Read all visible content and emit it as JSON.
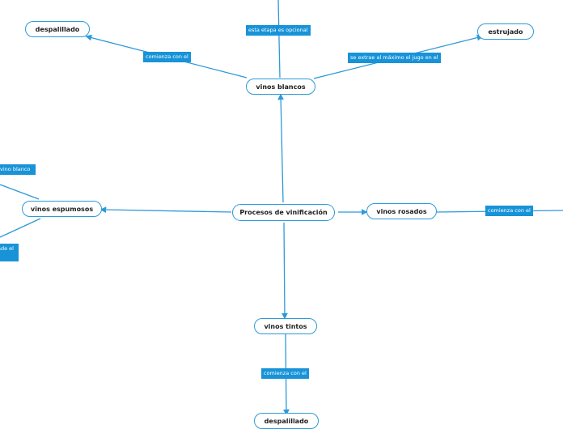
{
  "colors": {
    "line": "#2d9ad8",
    "node_border": "#2d9ad8",
    "label_bg": "#1893d8",
    "label_text": "#ffffff",
    "node_text": "#1e1e1e"
  },
  "nodes": {
    "center": "Procesos de vinificación",
    "blancos": "vinos blancos",
    "rosados": "vinos rosados",
    "tintos": "vinos tintos",
    "espumosos": "vinos espumosos",
    "despalillado_top": "despalillado",
    "estrujado": "estrujado",
    "despalillado_bottom": "despalillado"
  },
  "labels": {
    "opcional": "esta etapa es opcional",
    "comienza_blancos": "comienza con el",
    "extrae": "se extrae al máximo el jugo en el",
    "vino_blanco": "vino blanco",
    "espumosos_lower": "ade el",
    "comienza_rosados": "comienza con el",
    "comienza_tintos": "comienza con el"
  }
}
